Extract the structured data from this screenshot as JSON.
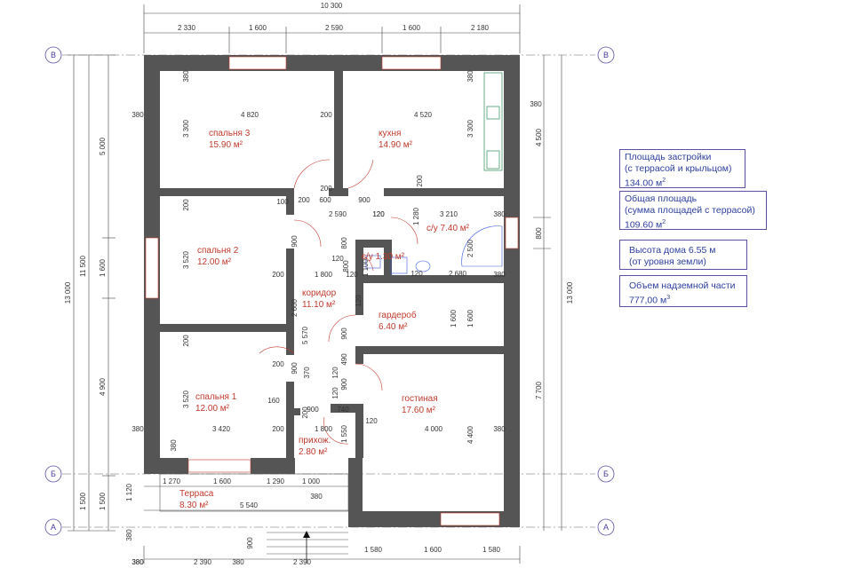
{
  "overall_width": "10 300",
  "top_dims": [
    "2 330",
    "1 600",
    "2 590",
    "1 600",
    "2 180"
  ],
  "bottom_dims": [
    "380",
    "2 390",
    "380",
    "2 390",
    "1 580",
    "1 600",
    "1 580"
  ],
  "left_dims": {
    "total": "13 000",
    "upper": "11 500",
    "d5000": "5 000",
    "d1600": "1 600",
    "d4900": "4 900",
    "d1500a": "1 500",
    "d1500b": "1 500"
  },
  "right_dims": {
    "total": "13 000",
    "d4500": "4 500",
    "d800": "800",
    "d7700": "7 700"
  },
  "axes": {
    "b_upper": "В",
    "b_lower": "Б",
    "a": "А"
  },
  "rooms": [
    {
      "name": "спальня 3",
      "area": "15.90 м²"
    },
    {
      "name": "кухня",
      "area": "14.90 м²"
    },
    {
      "name": "спальня 2",
      "area": "12.00 м²"
    },
    {
      "name": "с/у 7.40 м²",
      "area": ""
    },
    {
      "name": "с/у 1.30 м²",
      "area": ""
    },
    {
      "name": "коридор",
      "area": "11.10 м²"
    },
    {
      "name": "гардероб",
      "area": "6.40 м²"
    },
    {
      "name": "спальня 1",
      "area": "12.00 м²"
    },
    {
      "name": "гостиная",
      "area": "17.60 м²"
    },
    {
      "name": "прихож.",
      "area": "2.80 м²"
    },
    {
      "name": "Терраса",
      "area": "8.30 м²"
    }
  ],
  "inner_dims": [
    "380",
    "380",
    "4 820",
    "200",
    "4 520",
    "3 300",
    "3 300",
    "380",
    "380",
    "200",
    "100",
    "200",
    "600",
    "900",
    "120",
    "200",
    "200",
    "2 590",
    "120",
    "1 280",
    "3 210",
    "380",
    "900",
    "800",
    "2 500",
    "3 520",
    "120",
    "1 100",
    "120",
    "120",
    "2 680",
    "800",
    "200",
    "1 800",
    "120",
    "380",
    "2 600",
    "5 570",
    "900",
    "1 600",
    "1 600",
    "200",
    "200",
    "900",
    "370",
    "490",
    "900",
    "120",
    "120",
    "3 520",
    "160",
    "200",
    "900",
    "740",
    "120",
    "4 400",
    "380",
    "3 420",
    "200",
    "1 800",
    "1 550",
    "4 000",
    "380",
    "380",
    "1 270",
    "1 600",
    "1 290",
    "1 000",
    "380",
    "5 540",
    "1 120",
    "900",
    "380",
    "380"
  ],
  "info": {
    "box1": [
      "Площадь застройки",
      "(с  террасой и крыльцом)",
      "134.00 м"
    ],
    "box2": [
      "Общая площадь",
      "(сумма площадей с террасой)",
      "109.60 м"
    ],
    "box3": [
      "Высота дома  6.55 м",
      "(от уровня земли)"
    ],
    "box4": [
      "Объем надземной части",
      "777,00 м"
    ]
  },
  "sup2": "2",
  "sup3": "3",
  "colors": {
    "wall": "#555555",
    "dim": "#333333",
    "room_text": "#c0392b",
    "info_text": "#2c3e9c",
    "axis": "#4a3b9a"
  }
}
